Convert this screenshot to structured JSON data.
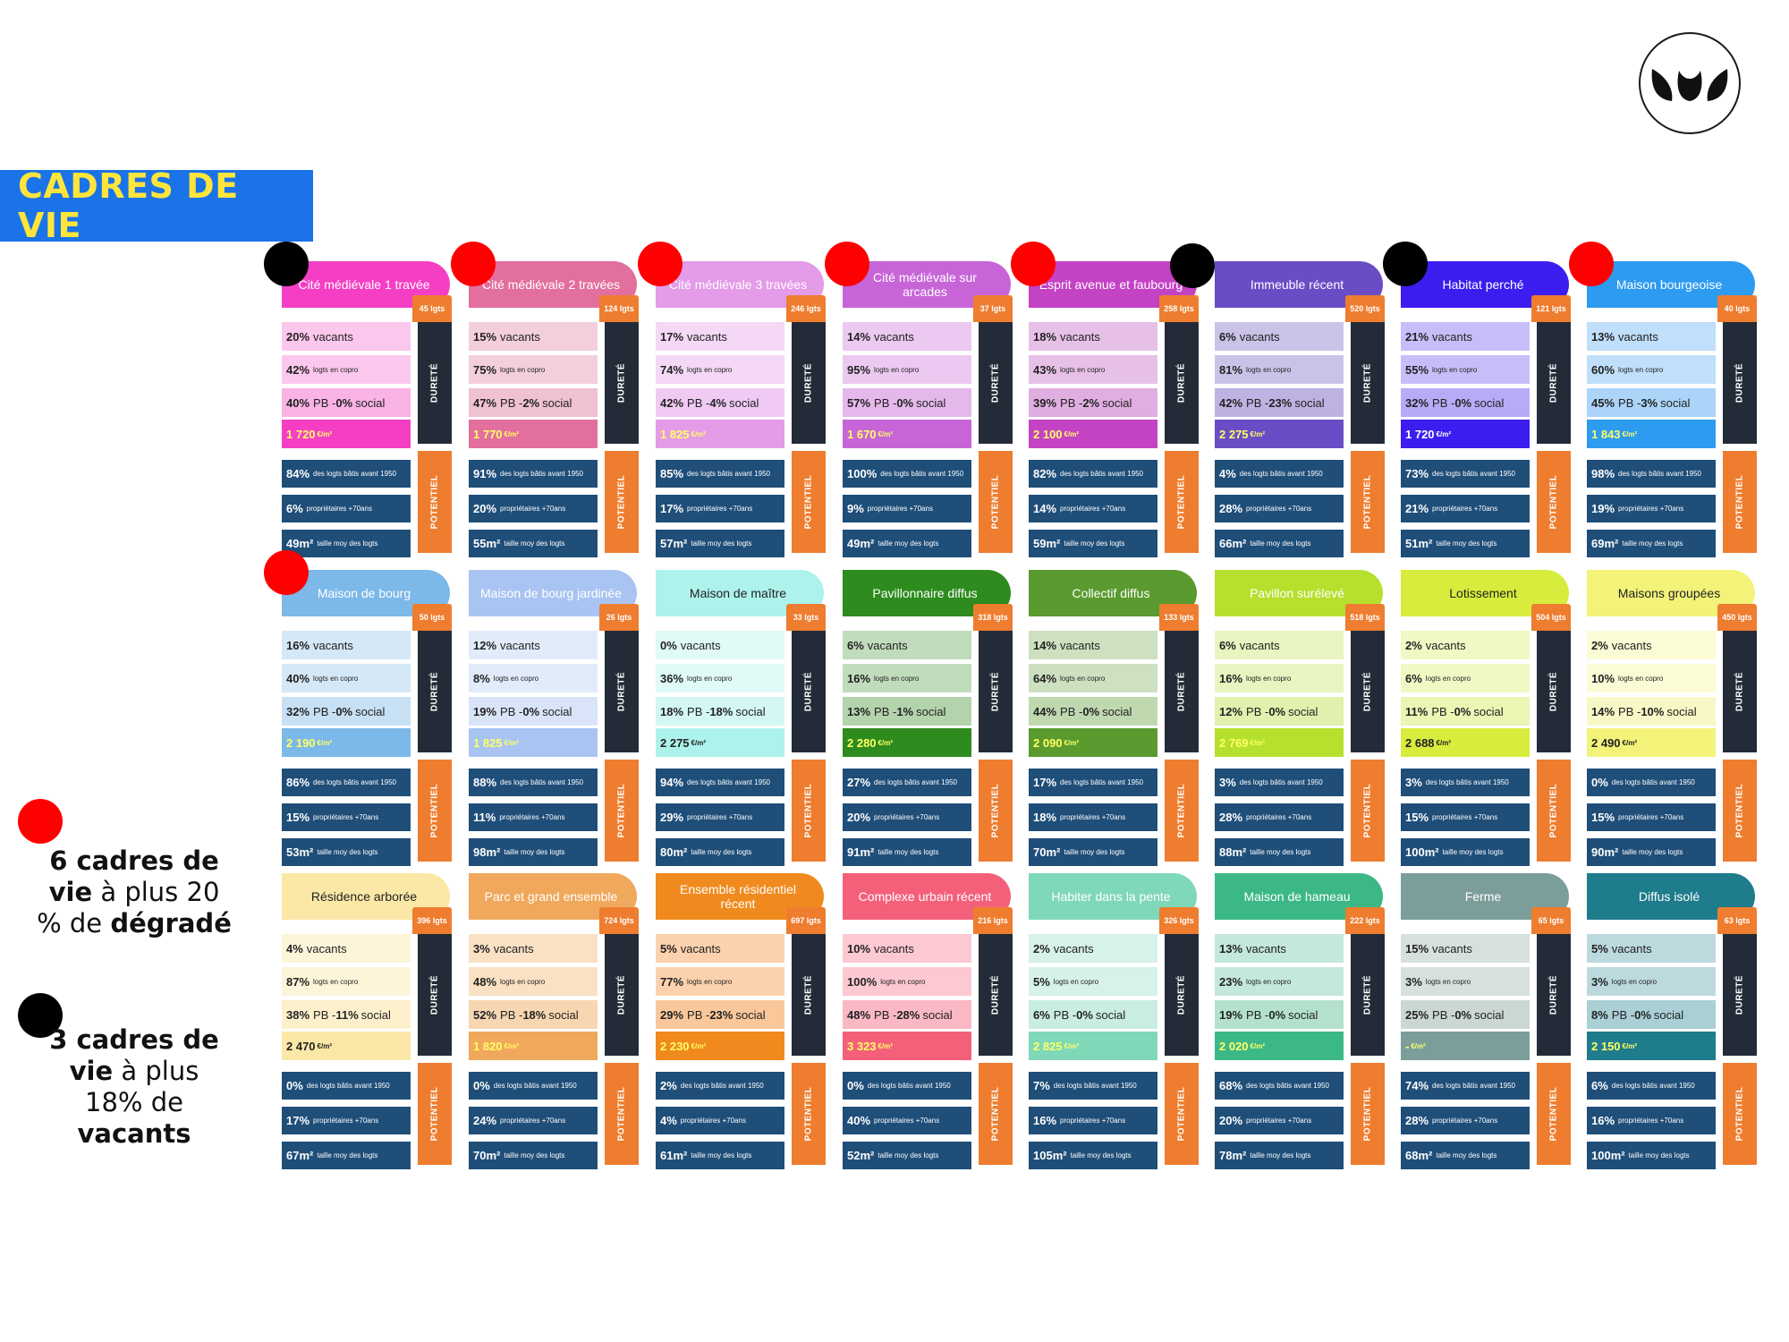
{
  "title": "CADRES DE VIE",
  "legend": {
    "red": {
      "line1": "6 cadres de",
      "line2_bold": "vie",
      "line2": " à plus 20",
      "line3": "% de ",
      "line3_bold": "dégradé"
    },
    "black": {
      "line1": "3 cadres de",
      "line2_bold": "vie",
      "line2": " à plus",
      "line3": "18% de",
      "line4_bold": "vacants"
    }
  },
  "labels": {
    "vacants": "vacants",
    "copro": "logts en copro",
    "pb": "PB",
    "social": "social",
    "price_unit": "€/m²",
    "avant1950": "des logts bâtis avant 1950",
    "proprietaires": "propriétaires +70ans",
    "taille": "taille moy des logts",
    "durete": "DURETÉ",
    "potentiel": "POTENTIEL"
  },
  "cards": [
    {
      "name": "Cité médiévale 1 travée",
      "lgts": "45 lgts",
      "color": "#f43fc4",
      "light": "#fcc7ec",
      "mid": "#f9b3e4",
      "vac": "20%",
      "copro": "42%",
      "pb": "40%",
      "soc": "0%",
      "price": "1 720",
      "price_color": "#ffff66",
      "avant": "84%",
      "prop": "6%",
      "taille": "49m²"
    },
    {
      "name": "Cité médiévale 2 travées",
      "lgts": "124 lgts",
      "color": "#e36f9e",
      "light": "#f3cfdd",
      "mid": "#efc1d3",
      "vac": "15%",
      "copro": "75%",
      "pb": "47%",
      "soc": "2%",
      "price": "1 770",
      "price_color": "#ffff66",
      "avant": "91%",
      "prop": "20%",
      "taille": "55m²"
    },
    {
      "name": "Cité médiévale 3 travées",
      "lgts": "246 lgts",
      "color": "#e49be8",
      "light": "#f4d8f5",
      "mid": "#f0caf2",
      "vac": "17%",
      "copro": "74%",
      "pb": "42%",
      "soc": "4%",
      "price": "1 825",
      "price_color": "#ffff66",
      "avant": "85%",
      "prop": "17%",
      "taille": "57m²"
    },
    {
      "name": "Cité médiévale sur arcades",
      "lgts": "37 lgts",
      "color": "#c765d8",
      "light": "#ecc9f1",
      "mid": "#e5b8ec",
      "vac": "14%",
      "copro": "95%",
      "pb": "57%",
      "soc": "0%",
      "price": "1 670",
      "price_color": "#ffff66",
      "avant": "100%",
      "prop": "9%",
      "taille": "49m²"
    },
    {
      "name": "Esprit avenue et faubourg",
      "lgts": "258 lgts",
      "color": "#c442c4",
      "light": "#e7c0e7",
      "mid": "#e0aee0",
      "vac": "18%",
      "copro": "43%",
      "pb": "39%",
      "soc": "2%",
      "price": "2 100",
      "price_color": "#ffff66",
      "avant": "82%",
      "prop": "14%",
      "taille": "59m²"
    },
    {
      "name": "Immeuble récent",
      "lgts": "520 lgts",
      "color": "#6a4dc6",
      "light": "#cbc2e8",
      "mid": "#bdb2e2",
      "vac": "6%",
      "copro": "81%",
      "pb": "42%",
      "soc": "23%",
      "price": "2 275",
      "price_color": "#ffff66",
      "avant": "4%",
      "prop": "28%",
      "taille": "66m²"
    },
    {
      "name": "Habitat perché",
      "lgts": "121 lgts",
      "color": "#3b1df0",
      "light": "#c7bef9",
      "mid": "#b6abf7",
      "vac": "21%",
      "copro": "55%",
      "pb": "32%",
      "soc": "0%",
      "price": "1 720",
      "price_color": "#ffffff",
      "avant": "73%",
      "prop": "21%",
      "taille": "51m²"
    },
    {
      "name": "Maison bourgeoise",
      "lgts": "40 lgts",
      "color": "#2d9bf0",
      "light": "#bfdffa",
      "mid": "#abd4f8",
      "vac": "13%",
      "copro": "60%",
      "pb": "45%",
      "soc": "3%",
      "price": "1 843",
      "price_color": "#ffff66",
      "avant": "98%",
      "prop": "19%",
      "taille": "69m²"
    },
    {
      "name": "Maison de bourg",
      "lgts": "50 lgts",
      "color": "#7cb8e8",
      "light": "#d4e8f7",
      "mid": "#c7e0f4",
      "vac": "16%",
      "copro": "40%",
      "pb": "32%",
      "soc": "0%",
      "price": "2 190",
      "price_color": "#ffff66",
      "avant": "86%",
      "prop": "15%",
      "taille": "53m²"
    },
    {
      "name": "Maison de bourg jardinée",
      "lgts": "26 lgts",
      "color": "#a9c4f2",
      "light": "#e2ebfa",
      "mid": "#d9e4f8",
      "vac": "12%",
      "copro": "8%",
      "pb": "19%",
      "soc": "0%",
      "price": "1 825",
      "price_color": "#ffff66",
      "avant": "88%",
      "prop": "11%",
      "taille": "98m²"
    },
    {
      "name": "Maison de maître",
      "lgts": "33 lgts",
      "color": "#aef2ec",
      "light": "#e0faf7",
      "mid": "#d3f7f3",
      "vac": "0%",
      "copro": "36%",
      "pb": "18%",
      "soc": "18%",
      "price": "2 275",
      "price_color": "#222222",
      "avant": "94%",
      "prop": "29%",
      "taille": "80m²",
      "dark": true
    },
    {
      "name": "Pavillonnaire diffus",
      "lgts": "318 lgts",
      "color": "#2e8b1e",
      "light": "#c1dcbc",
      "mid": "#b2d3ab",
      "vac": "6%",
      "copro": "16%",
      "pb": "13%",
      "soc": "1%",
      "price": "2 280",
      "price_color": "#ffff66",
      "avant": "27%",
      "prop": "20%",
      "taille": "91m²"
    },
    {
      "name": "Collectif diffus",
      "lgts": "133 lgts",
      "color": "#5a9a2e",
      "light": "#cde0c0",
      "mid": "#c0d8b0",
      "vac": "14%",
      "copro": "64%",
      "pb": "44%",
      "soc": "0%",
      "price": "2 090",
      "price_color": "#ffff66",
      "avant": "17%",
      "prop": "18%",
      "taille": "70m²"
    },
    {
      "name": "Pavillon surélevé",
      "lgts": "518 lgts",
      "color": "#b6e02e",
      "light": "#e8f5c0",
      "mid": "#e0f1ad",
      "vac": "6%",
      "copro": "16%",
      "pb": "12%",
      "soc": "0%",
      "price": "2 769",
      "price_color": "#ffff66",
      "avant": "3%",
      "prop": "28%",
      "taille": "88m²"
    },
    {
      "name": "Lotissement",
      "lgts": "504 lgts",
      "color": "#d7ec3c",
      "light": "#f1f8c4",
      "mid": "#ecf5b3",
      "vac": "2%",
      "copro": "6%",
      "pb": "11%",
      "soc": "0%",
      "price": "2 688",
      "price_color": "#222222",
      "avant": "3%",
      "prop": "15%",
      "taille": "100m²",
      "dark": true
    },
    {
      "name": "Maisons groupées",
      "lgts": "450 lgts",
      "color": "#f3f37a",
      "light": "#fbfbd6",
      "mid": "#f8f8c6",
      "vac": "2%",
      "copro": "10%",
      "pb": "14%",
      "soc": "10%",
      "price": "2 490",
      "price_color": "#222222",
      "avant": "0%",
      "prop": "15%",
      "taille": "90m²",
      "dark": true
    },
    {
      "name": "Résidence arborée",
      "lgts": "396 lgts",
      "color": "#fbe8a6",
      "light": "#fdf5da",
      "mid": "#fcf0cc",
      "vac": "4%",
      "copro": "87%",
      "pb": "38%",
      "soc": "11%",
      "price": "2 470",
      "price_color": "#222222",
      "avant": "0%",
      "prop": "17%",
      "taille": "67m²",
      "dark": true
    },
    {
      "name": "Parc et grand ensemble",
      "lgts": "724 lgts",
      "color": "#f0a85c",
      "light": "#fae1c4",
      "mid": "#f7d6b2",
      "vac": "3%",
      "copro": "48%",
      "pb": "52%",
      "soc": "18%",
      "price": "1 820",
      "price_color": "#ffff66",
      "avant": "0%",
      "prop": "24%",
      "taille": "70m²"
    },
    {
      "name": "Ensemble résidentiel récent",
      "lgts": "697 lgts",
      "color": "#f08a1e",
      "light": "#fbd2ad",
      "mid": "#f9c79a",
      "vac": "5%",
      "copro": "77%",
      "pb": "29%",
      "soc": "23%",
      "price": "2 230",
      "price_color": "#ffff66",
      "avant": "2%",
      "prop": "4%",
      "taille": "61m²"
    },
    {
      "name": "Complexe urbain récent",
      "lgts": "216 lgts",
      "color": "#f4607a",
      "light": "#fcc8d2",
      "mid": "#fab8c5",
      "vac": "10%",
      "copro": "100%",
      "pb": "48%",
      "soc": "28%",
      "price": "3 323",
      "price_color": "#ffff66",
      "avant": "0%",
      "prop": "40%",
      "taille": "52m²"
    },
    {
      "name": "Habiter dans la pente",
      "lgts": "326 lgts",
      "color": "#7fd8b8",
      "light": "#d7f2e8",
      "mid": "#c9ede0",
      "vac": "2%",
      "copro": "5%",
      "pb": "6%",
      "soc": "0%",
      "price": "2 825",
      "price_color": "#ffff66",
      "avant": "7%",
      "prop": "16%",
      "taille": "105m²"
    },
    {
      "name": "Maison de hameau",
      "lgts": "222 lgts",
      "color": "#3cb887",
      "light": "#c4e8d9",
      "mid": "#b3e1ce",
      "vac": "13%",
      "copro": "23%",
      "pb": "19%",
      "soc": "0%",
      "price": "2 020",
      "price_color": "#ffff66",
      "avant": "68%",
      "prop": "20%",
      "taille": "78m²"
    },
    {
      "name": "Ferme",
      "lgts": "65 lgts",
      "color": "#7c9e9a",
      "light": "#d6e0df",
      "mid": "#cad7d5",
      "vac": "15%",
      "copro": "3%",
      "pb": "25%",
      "soc": "0%",
      "price": "-",
      "price_color": "#ffff66",
      "avant": "74%",
      "prop": "28%",
      "taille": "68m²"
    },
    {
      "name": "Diffus isolé",
      "lgts": "63 lgts",
      "color": "#1f7c8c",
      "light": "#bcd9de",
      "mid": "#aacfd5",
      "vac": "5%",
      "copro": "3%",
      "pb": "8%",
      "soc": "0%",
      "price": "2 150",
      "price_color": "#ffff66",
      "avant": "6%",
      "prop": "16%",
      "taille": "100m²"
    }
  ],
  "markers": [
    {
      "card": 0,
      "color": "black"
    },
    {
      "card": 1,
      "color": "red"
    },
    {
      "card": 2,
      "color": "red"
    },
    {
      "card": 3,
      "color": "red"
    },
    {
      "card": 4,
      "color": "red"
    },
    {
      "card": 4,
      "color": "black",
      "right": true
    },
    {
      "card": 6,
      "color": "black"
    },
    {
      "card": 7,
      "color": "red"
    },
    {
      "card": 8,
      "color": "red"
    }
  ]
}
